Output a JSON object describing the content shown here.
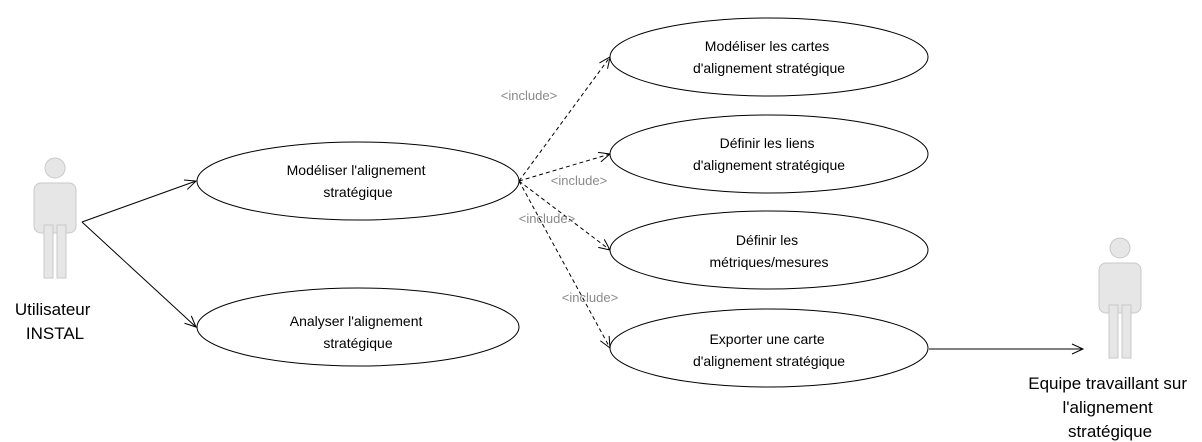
{
  "actors": {
    "user": {
      "lines": [
        "Utilisateur",
        "INSTAL"
      ]
    },
    "team": {
      "lines": [
        "Equipe travaillant sur",
        "l'alignement",
        "stratégique"
      ]
    }
  },
  "use_cases": {
    "model": {
      "lines": [
        "Modéliser l'alignement",
        "stratégique"
      ]
    },
    "analyze": {
      "lines": [
        "Analyser l'alignement",
        "stratégique"
      ]
    },
    "maps": {
      "lines": [
        "Modéliser les cartes",
        "d'alignement stratégique"
      ]
    },
    "links": {
      "lines": [
        "Définir les liens",
        "d'alignement stratégique"
      ]
    },
    "metrics": {
      "lines": [
        "Définir les",
        "métriques/mesures"
      ]
    },
    "export": {
      "lines": [
        "Exporter une carte",
        "d'alignement stratégique"
      ]
    }
  },
  "include_labels": [
    "<include>",
    "<include>",
    "<include>",
    "<include>"
  ],
  "colors": {
    "actor_fill": "#e6e6e6",
    "actor_stroke": "#c8c8c8",
    "include_text": "#8a8a8a",
    "line": "#000000"
  }
}
